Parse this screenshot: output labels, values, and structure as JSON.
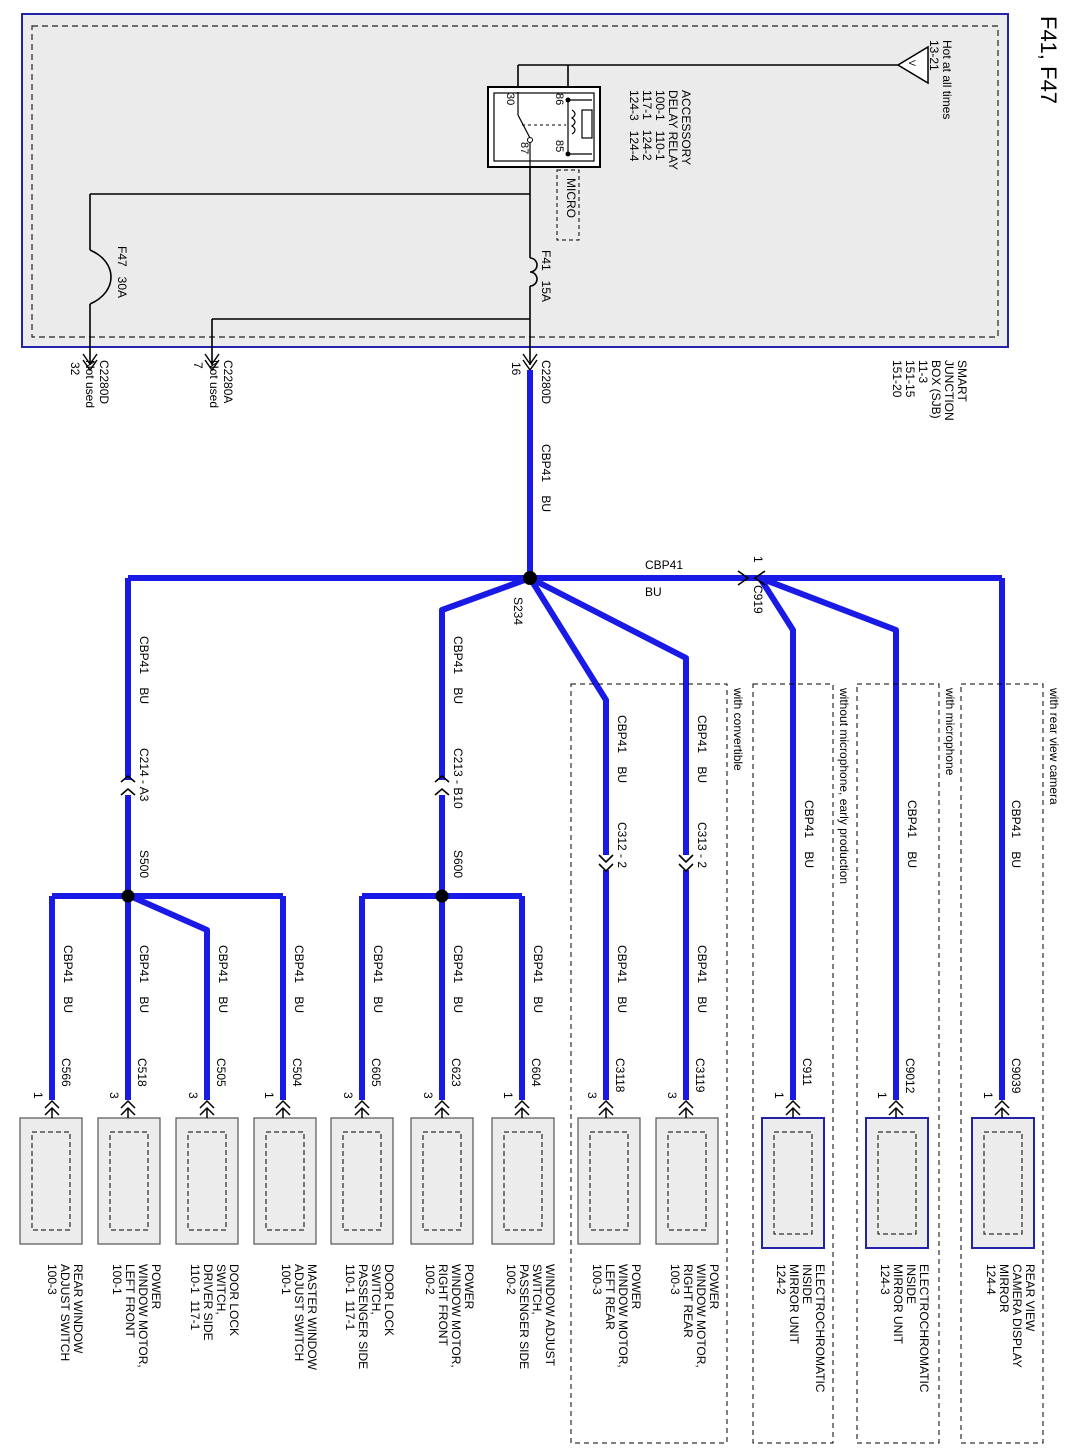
{
  "title": "F41, F47",
  "colors": {
    "wire": "#1a1ae6",
    "border": "#2222aa",
    "box_fill": "#ebebeb",
    "component_fill": "#ececec"
  },
  "sjb": {
    "label": "SMART\nJUNCTION\nBOX (SJB)\n11-3\n151-15\n151-20",
    "hot_label": "Hot at all times\n13-21",
    "hot_symbol": "V",
    "relay_label": "ACCESSORY\nDELAY RELAY\n100-1   110-1\n117-1   124-2\n124-3   124-4",
    "relay_pins": [
      "86",
      "85",
      "30",
      "87"
    ],
    "micro_label": "MICRO",
    "fuse_f41": "F41   15A",
    "fuse_f47": "F47   30A"
  },
  "connectors_sjb": [
    {
      "id": "c2280d-16",
      "name": "C2280D",
      "pin": "16",
      "note": ""
    },
    {
      "id": "c2280a-7",
      "name": "C2280A",
      "pin": "7",
      "note": "Not used"
    },
    {
      "id": "c2280d-32",
      "name": "C2280D",
      "pin": "32",
      "note": "Not used"
    }
  ],
  "main_wire_label": "CBP41    BU",
  "splices": {
    "s234": "S234",
    "s500": "S500",
    "s600": "S600"
  },
  "c919": {
    "name": "C919",
    "pin": "1",
    "wire": "CBP41",
    "color": "BU"
  },
  "inline_connectors": {
    "c214": "C214 - A3",
    "c213": "C213 - B10",
    "c312": "C312 - 2",
    "c313": "C313 - 2"
  },
  "wire_segment_label": "CBP41    BU",
  "option_labels": {
    "convertible": "with convertible",
    "no_mic": "without microphone, early production",
    "mic": "with microphone",
    "camera": "with rear view camera"
  },
  "components": [
    {
      "id": "c566",
      "connector": "C566",
      "pin": "1",
      "label": "REAR WINDOW\nADJUST SWITCH\n100-3"
    },
    {
      "id": "c518",
      "connector": "C518",
      "pin": "3",
      "label": "POWER\nWINDOW MOTOR,\nLEFT FRONT\n100-1"
    },
    {
      "id": "c505",
      "connector": "C505",
      "pin": "3",
      "label": "DOOR LOCK\nSWITCH,\nDRIVER SIDE\n110-1  117-1"
    },
    {
      "id": "c504",
      "connector": "C504",
      "pin": "1",
      "label": "MASTER WINDOW\nADJUST SWITCH\n100-1"
    },
    {
      "id": "c605",
      "connector": "C605",
      "pin": "3",
      "label": "DOOR LOCK\nSWITCH,\nPASSENGER SIDE\n110-1  117-1"
    },
    {
      "id": "c623",
      "connector": "C623",
      "pin": "3",
      "label": "POWER\nWINDOW MOTOR,\nRIGHT FRONT\n100-2"
    },
    {
      "id": "c604",
      "connector": "C604",
      "pin": "1",
      "label": "WINDOW ADJUST\nSWITCH,\nPASSENGER SIDE\n100-2"
    },
    {
      "id": "c3118",
      "connector": "C3118",
      "pin": "3",
      "label": "POWER\nWINDOW MOTOR,\nLEFT REAR\n100-3"
    },
    {
      "id": "c3119",
      "connector": "C3119",
      "pin": "3",
      "label": "POWER\nWINDOW MOTOR,\nRIGHT REAR\n100-3"
    },
    {
      "id": "c911",
      "connector": "C911",
      "pin": "1",
      "label": "ELECTROCHROMATIC\nINSIDE\nMIRROR UNIT\n124-2"
    },
    {
      "id": "c9012",
      "connector": "C9012",
      "pin": "1",
      "label": "ELECTROCHROMATIC\nINSIDE\nMIRROR UNIT\n124-3"
    },
    {
      "id": "c9039",
      "connector": "C9039",
      "pin": "1",
      "label": "REAR VIEW\nCAMERA DISPLAY\nMIRROR\n124-4"
    }
  ]
}
